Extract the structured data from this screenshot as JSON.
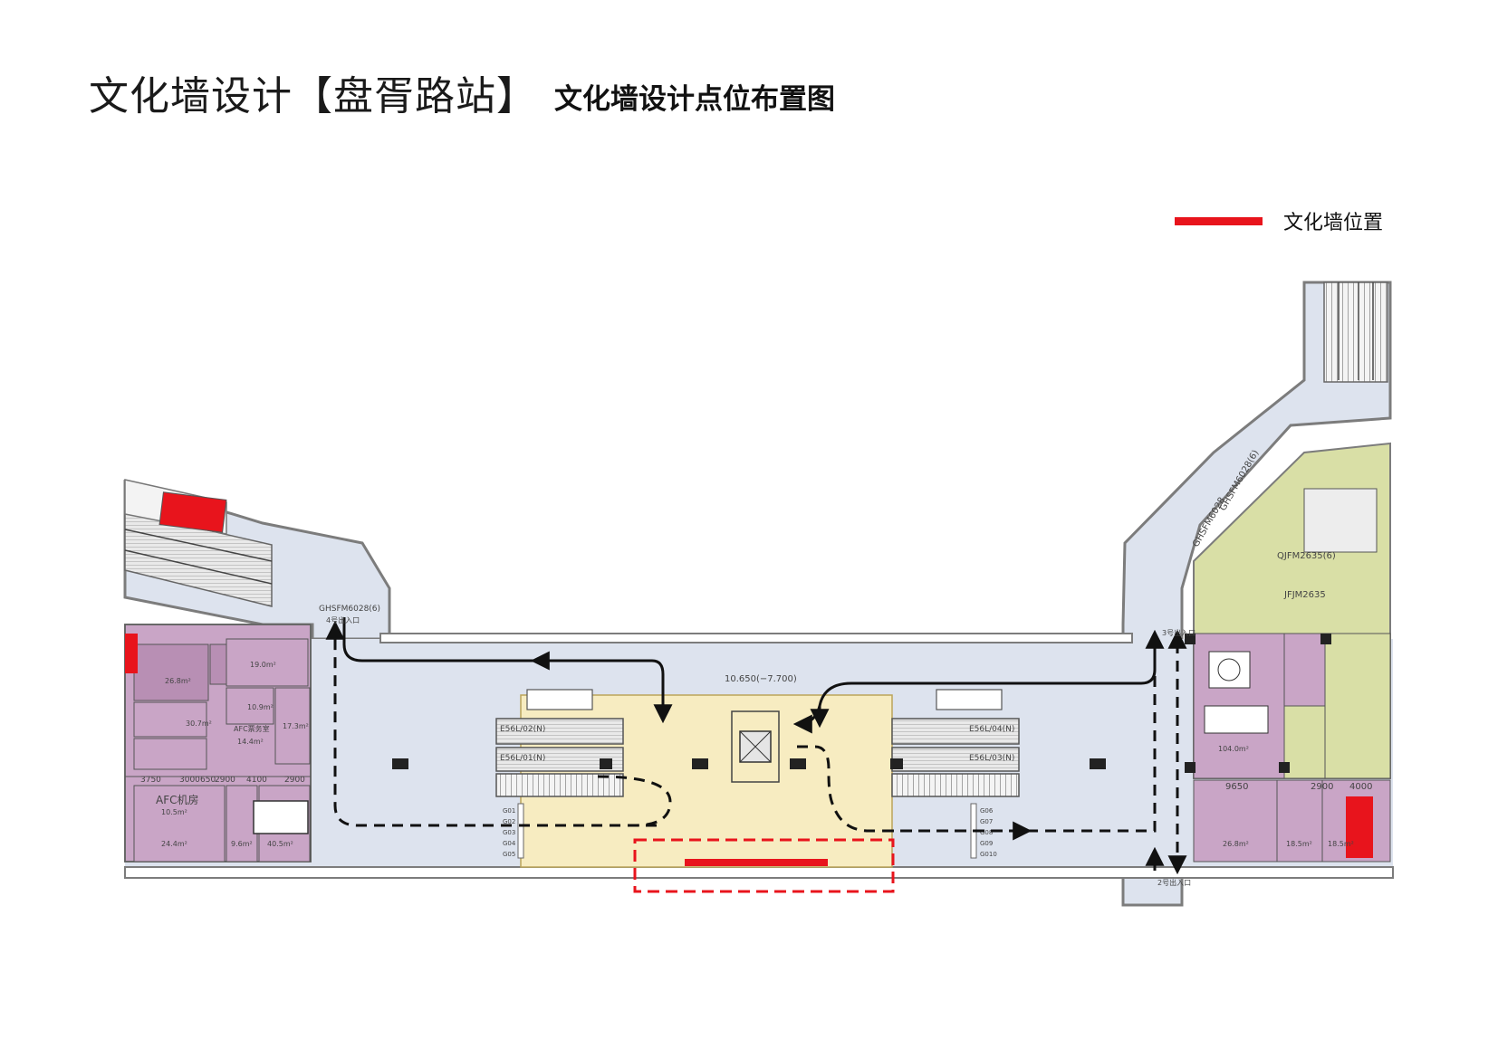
{
  "header": {
    "title": "文化墙设计【盘胥路站】",
    "subtitle": "文化墙设计点位布置图"
  },
  "legend": {
    "label": "文化墙位置",
    "color": "#e8141c"
  },
  "plan": {
    "colors": {
      "hall": "#dde3ee",
      "paid_zone": "#f7ecc1",
      "rooms_left": "#c9a5c6",
      "rooms_right_purple": "#c9a5c6",
      "rooms_right_green": "#d9dfa6",
      "wall": "#7c7c7c",
      "flow": "#111111",
      "highlight": "#e8141c"
    },
    "elevation": "10.650(−7.700)",
    "exit_left": "GHSFM6028(6)",
    "entrance_left": "4号出入口",
    "entrance_top_right": "3号出入口",
    "entrance_bottom_right": "2号出入口",
    "corridor_code_1": "GHSFM6028(6)",
    "corridor_code_2": "GHSFM6028",
    "door_code_1": "QJFM2635(6)",
    "door_code_2": "JFJM2635",
    "dims_left": [
      "3750",
      "3000",
      "650",
      "2900",
      "4100",
      "2900"
    ],
    "dims_right": [
      "9650",
      "2900",
      "4000"
    ],
    "gate_codes_left": [
      "G01",
      "G02",
      "G03",
      "G04",
      "G05"
    ],
    "gate_codes_right": [
      "G06",
      "G07",
      "G08",
      "G09",
      "G010"
    ],
    "esc_left_top": "E56L/02(N)",
    "esc_left_bottom": "E56L/01(N)",
    "esc_right_top": "E56L/04(N)",
    "esc_right_bottom": "E56L/03(N)",
    "room_afc": "AFC机房",
    "room_afc_office": "AFC票务室",
    "room_afc_area": "14.4m²",
    "room_afc_machine_area": "10.5m²",
    "room_a_area": "26.8m²",
    "room_b_area": "30.7m²",
    "room_c_area": "19.0m²",
    "room_d_area": "10.9m²",
    "room_e_area": "17.3m²",
    "room_f_area": "24.4m²",
    "room_g_area": "9.6m²",
    "room_h_area": "40.5m²",
    "room_i_area": "104.0m²",
    "room_j_area": "26.8m²",
    "room_k_area": "18.5m²",
    "room_l_area": "18.5m²"
  }
}
